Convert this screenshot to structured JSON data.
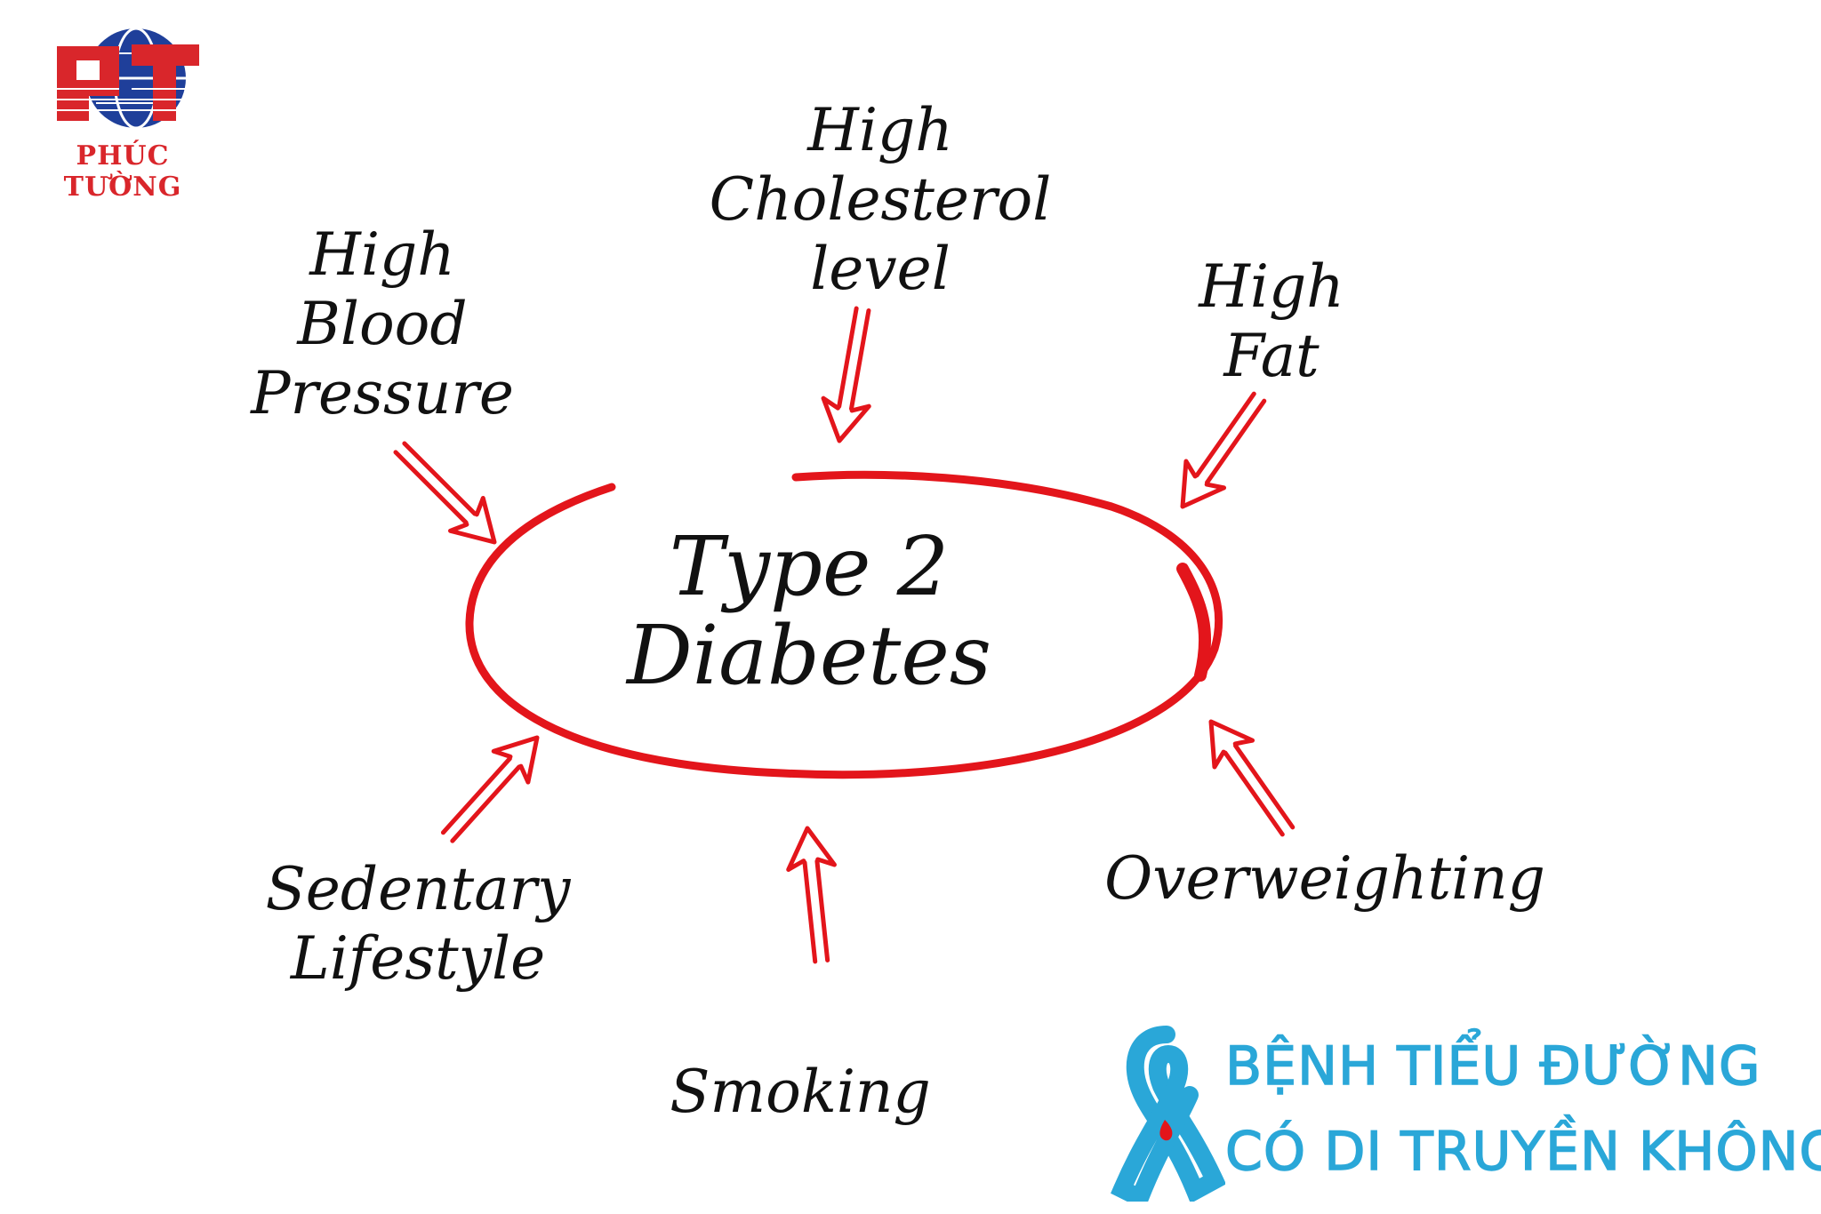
{
  "logo": {
    "brand_name": "PHÚC TƯỜNG",
    "monogram": "PT",
    "colors": {
      "red": "#d9262b",
      "blue": "#1f3f9a"
    }
  },
  "diagram": {
    "center": [
      "Type 2",
      "Diabetes"
    ],
    "factors": {
      "high_blood_pressure": [
        "High",
        "Blood",
        "Pressure"
      ],
      "high_cholesterol": [
        "High",
        "Cholesterol",
        "level"
      ],
      "high_fat": [
        "High",
        "Fat"
      ],
      "sedentary_lifestyle": [
        "Sedentary",
        "Lifestyle"
      ],
      "smoking": [
        "Smoking"
      ],
      "overweighting": [
        "Overweighting"
      ]
    },
    "colors": {
      "ring": "#e3151b",
      "arrow": "#e3151b",
      "text": "#111111"
    }
  },
  "banner": {
    "line1": "BỆNH TIỂU ĐƯỜNG",
    "line2": "CÓ DI TRUYỀN KHÔNG?",
    "ribbon_icon": "awareness-ribbon-icon",
    "colors": {
      "text": "#2aa7d8",
      "drop": "#e3151b"
    }
  }
}
